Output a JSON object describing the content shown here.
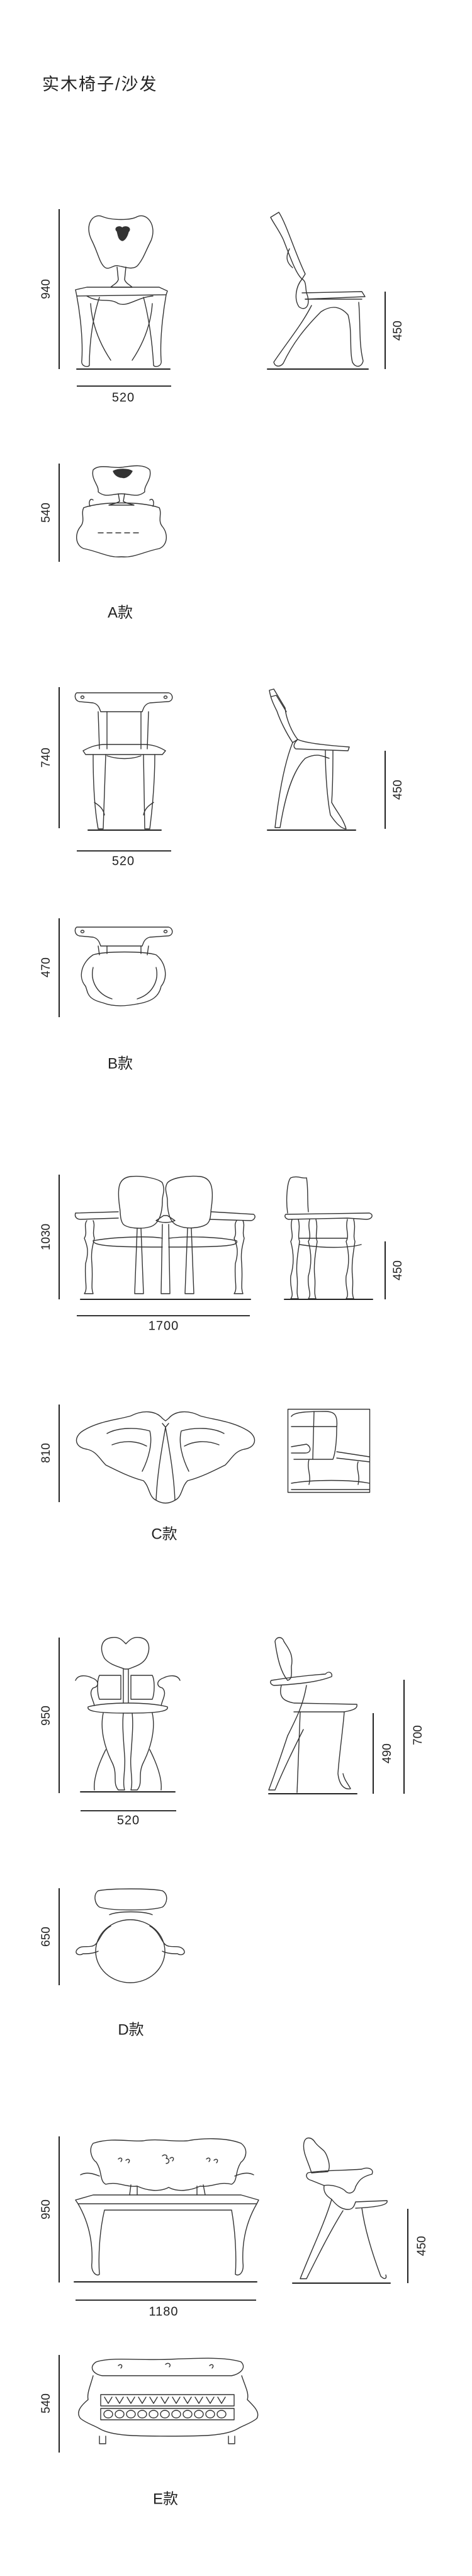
{
  "title": "实木椅子/沙发",
  "models": [
    {
      "label": "A款",
      "front_height": "940",
      "width": "520",
      "seat_height": "450",
      "top_depth": "540"
    },
    {
      "label": "B款",
      "front_height": "740",
      "width": "520",
      "seat_height": "450",
      "top_depth": "470"
    },
    {
      "label": "C款",
      "front_height": "1030",
      "width": "1700",
      "seat_height": "450",
      "top_depth": "810"
    },
    {
      "label": "D款",
      "front_height": "950",
      "width": "520",
      "seat_height": "490",
      "arm_height": "700",
      "top_depth": "650"
    },
    {
      "label": "E款",
      "front_height": "950",
      "width": "1180",
      "seat_height": "450",
      "top_depth": "540"
    }
  ]
}
